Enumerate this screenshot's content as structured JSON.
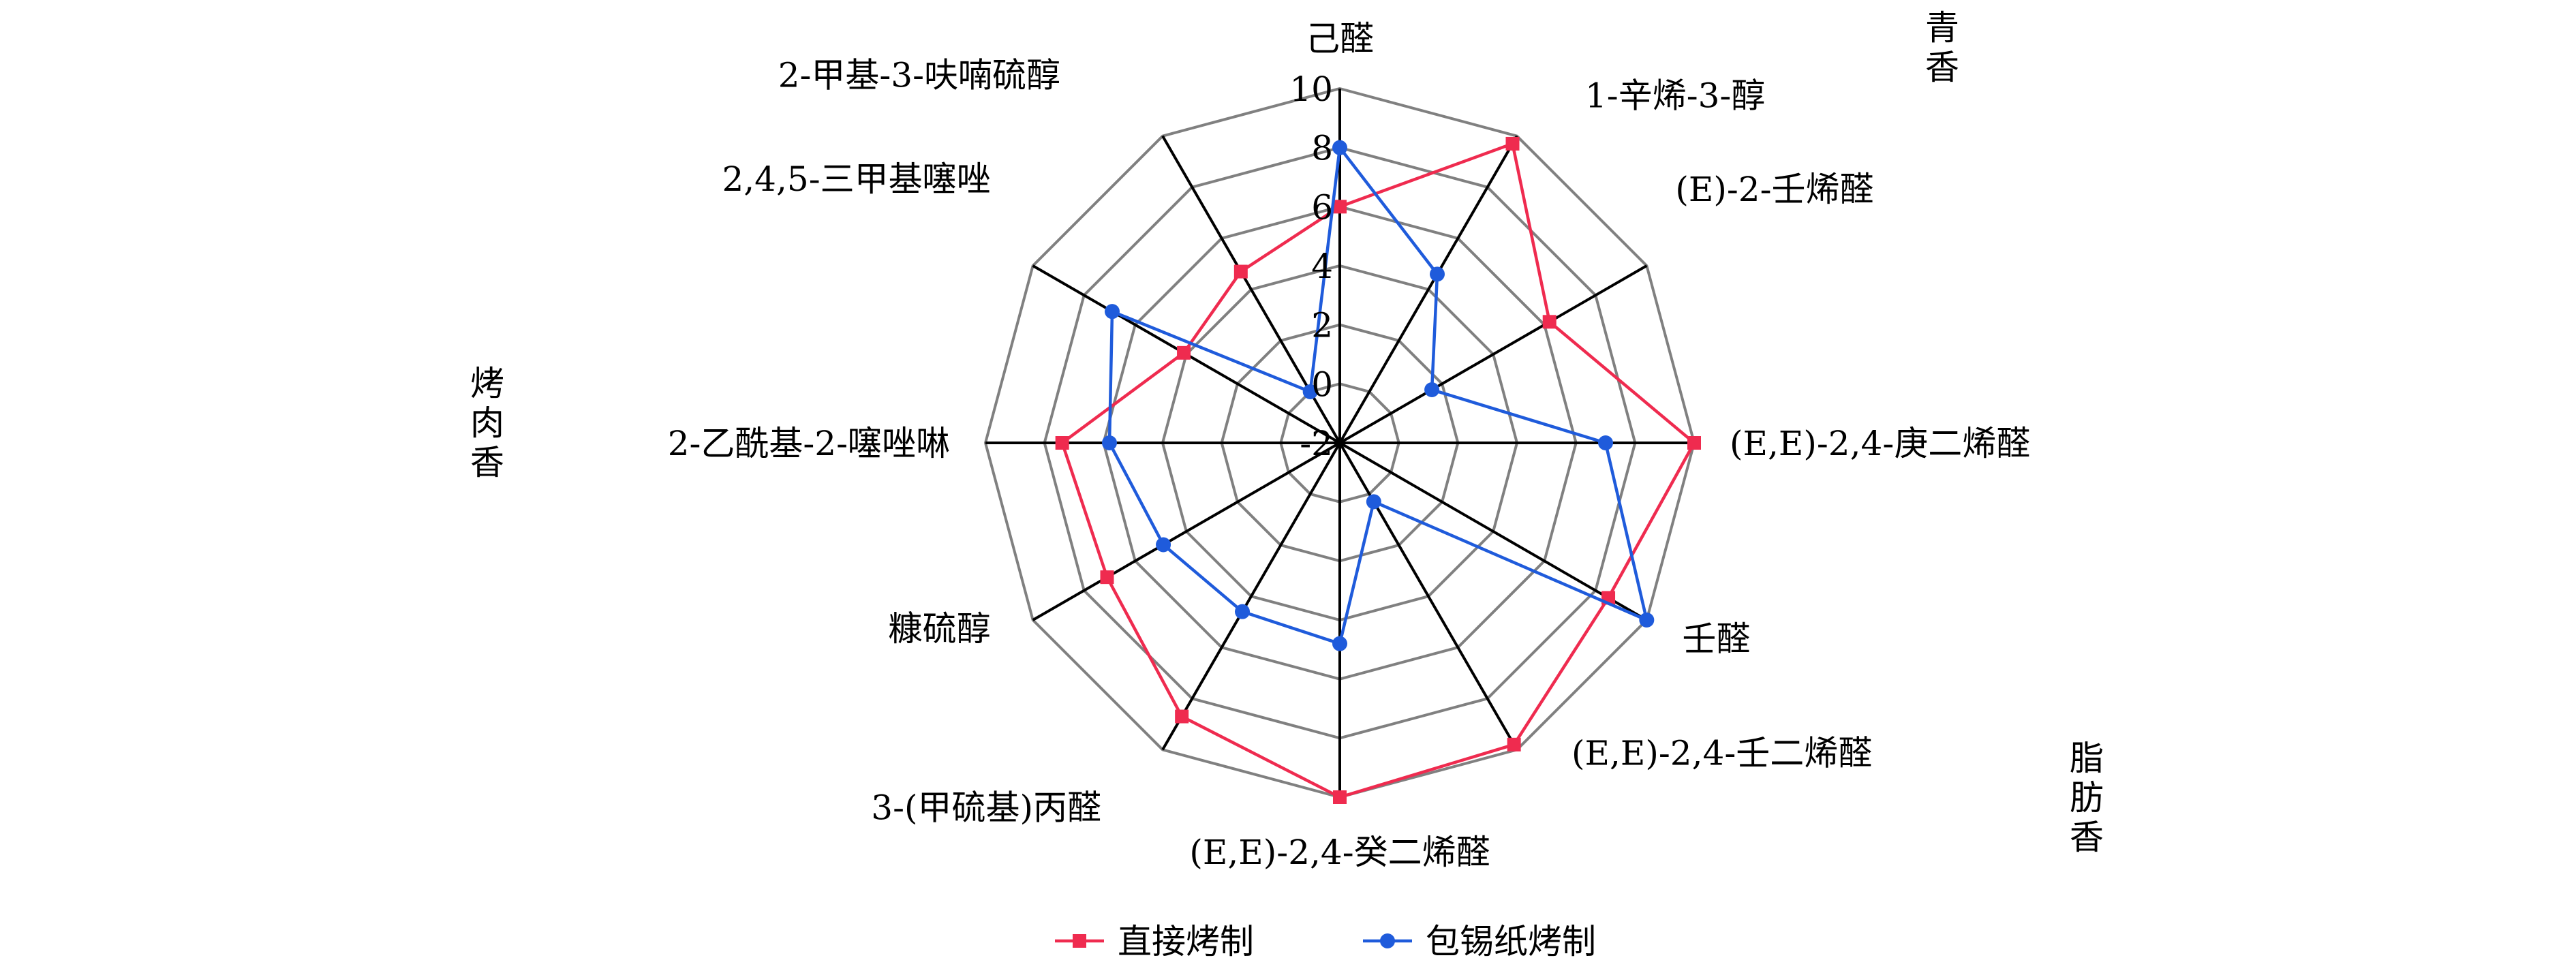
{
  "chart_data": {
    "type": "radar",
    "categories": [
      "己醛",
      "1-辛烯-3-醇",
      "(E)-2-壬烯醛",
      "(E,E)-2,4-庚二烯醛",
      "壬醛",
      "(E,E)-2,4-壬二烯醛",
      "(E,E)-2,4-癸二烯醛",
      "3-(甲硫基)丙醛",
      "糠硫醇",
      "2-乙酰基-2-噻唑啉",
      "2,4,5-三甲基噻唑",
      "2-甲基-3-呋喃硫醇"
    ],
    "rlim": [
      -2,
      10
    ],
    "ticks": [
      "-2",
      "0",
      "2",
      "4",
      "6",
      "8",
      "10"
    ],
    "tick_values": [
      -2,
      0,
      2,
      4,
      6,
      8,
      10
    ],
    "series": [
      {
        "name": "直接烤制",
        "color": "#ef2b4f",
        "marker": "square",
        "values": [
          6.0,
          9.7,
          6.2,
          10.0,
          8.5,
          9.8,
          10.0,
          8.7,
          7.1,
          7.4,
          4.1,
          4.7
        ]
      },
      {
        "name": "包锡纸烤制",
        "color": "#1f5bdb",
        "marker": "circle",
        "values": [
          8.0,
          4.6,
          1.6,
          7.0,
          10.0,
          0.3,
          4.8,
          4.6,
          4.9,
          5.8,
          6.9,
          0.0
        ]
      }
    ],
    "groups": [
      {
        "label": "青香"
      },
      {
        "label": "脂肪香"
      },
      {
        "label": "烤肉香"
      }
    ],
    "grid": true,
    "legend_position": "bottom"
  }
}
